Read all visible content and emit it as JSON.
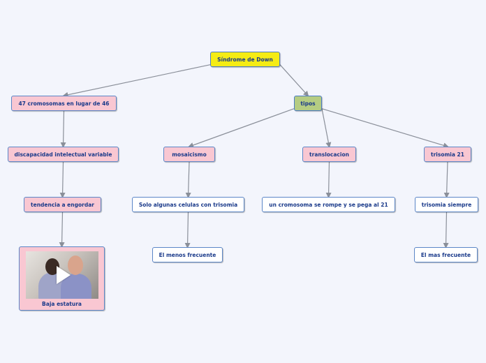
{
  "nodes": {
    "root": "Síndrome de Down",
    "cromosomas": "47 cromosomas en lugar de 46",
    "tipos": "tipos",
    "discapacidad": "discapacidad intelectual variable",
    "mosaicismo": "mosaicismo",
    "translocacion": "translocacion",
    "trisomia21": "trisomia 21",
    "tendencia": "tendencia a engordar",
    "solo_algunas": "Solo algunas celulas con trisomia",
    "un_cromosoma": "un cromosoma se rompe y se pega al 21",
    "trisomia_siempre": "trisomia siempre",
    "menos_frecuente": "El menos frecuente",
    "mas_frecuente": "El mas frecuente",
    "baja_estatura": "Baja estatura"
  },
  "colors": {
    "root_fill": "#f5ec14",
    "tipos_fill": "#b5cc82",
    "pink_fill": "#f9c7d2",
    "white_fill": "#ffffff",
    "border": "#5b86c7",
    "edge": "#8a8f99",
    "text": "#1a3a8a",
    "background": "#f3f5fc"
  },
  "icons": {
    "media": "play-icon"
  },
  "edges": [
    [
      "root",
      "cromosomas"
    ],
    [
      "root",
      "tipos"
    ],
    [
      "cromosomas",
      "discapacidad"
    ],
    [
      "discapacidad",
      "tendencia"
    ],
    [
      "tendencia",
      "baja"
    ],
    [
      "tipos",
      "mosaicismo"
    ],
    [
      "tipos",
      "translocacion"
    ],
    [
      "tipos",
      "trisomia21"
    ],
    [
      "mosaicismo",
      "solo_algunas"
    ],
    [
      "solo_algunas",
      "menos_frecuente"
    ],
    [
      "translocacion",
      "un_cromosoma"
    ],
    [
      "trisomia21",
      "trisomia_siempre"
    ],
    [
      "trisomia_siempre",
      "mas_frecuente"
    ]
  ]
}
